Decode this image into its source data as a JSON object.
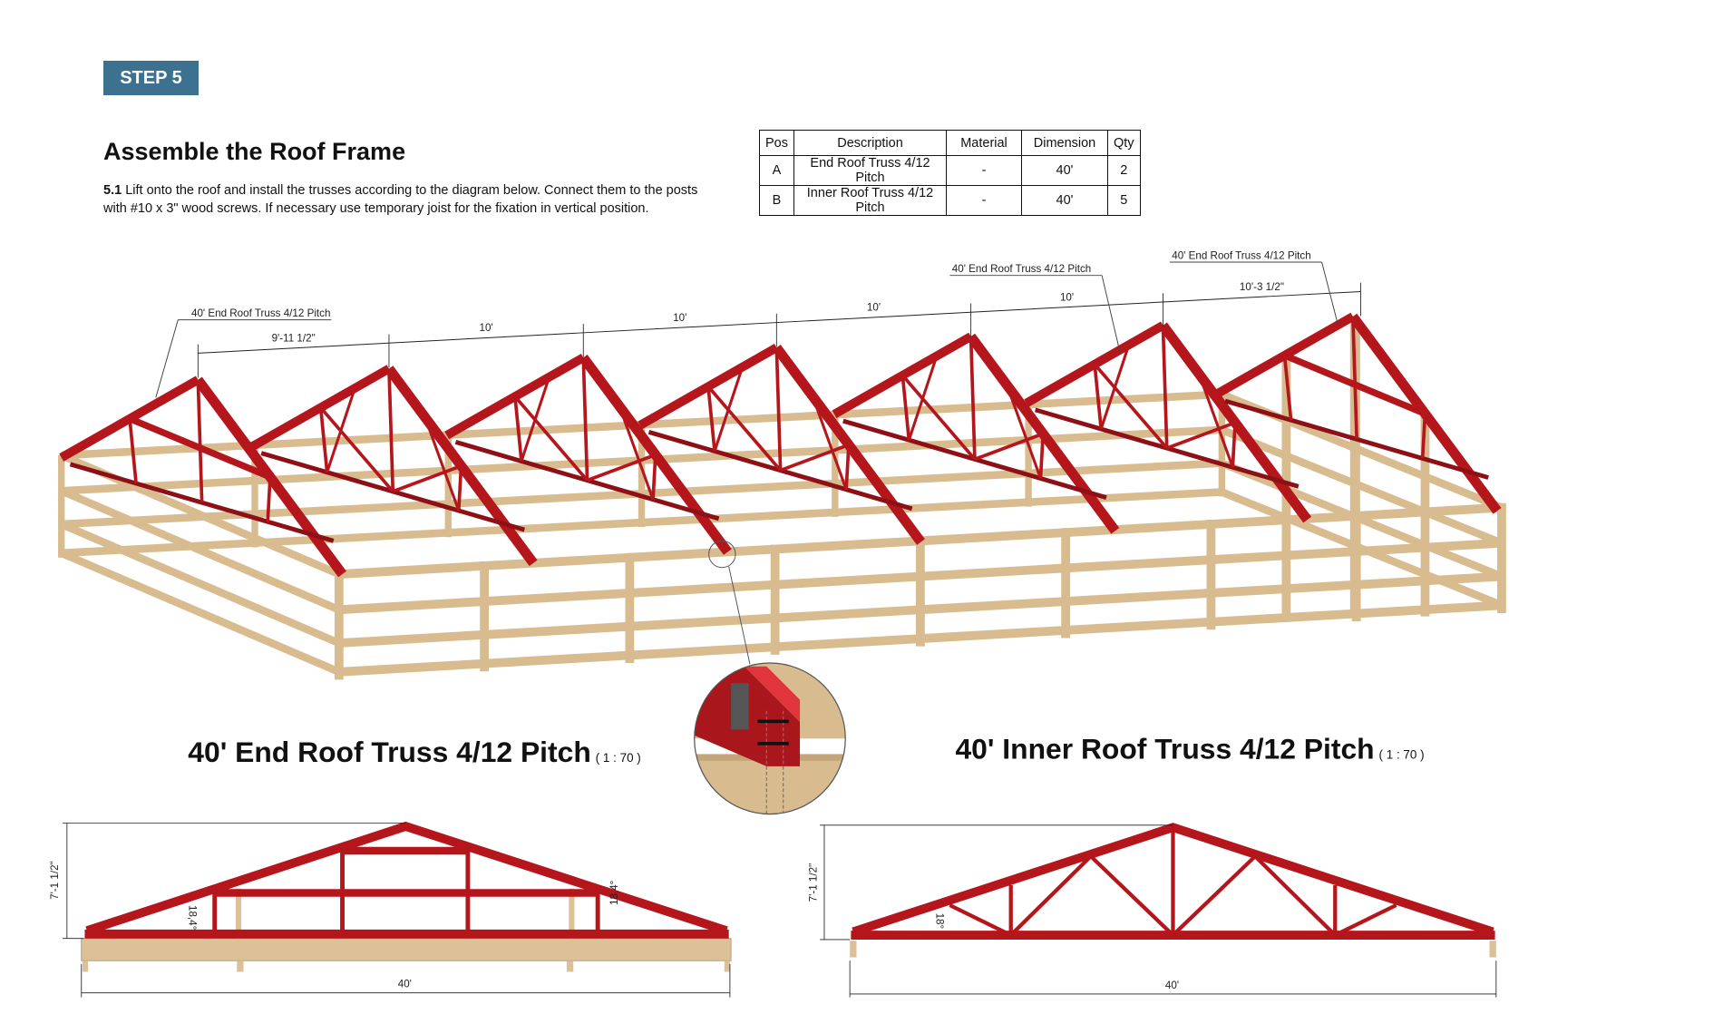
{
  "step": {
    "label": "STEP 5",
    "color": "#3d7190"
  },
  "title": "Assemble the Roof Frame",
  "instruction": {
    "number": "5.1",
    "text": " Lift onto the roof and install the trusses according to the diagram below. Connect them to the posts with #10 x 3\" wood screws. If necessary use temporary joist for the fixation in vertical position."
  },
  "parts_table": {
    "headers": [
      "Pos",
      "Description",
      "Material",
      "Dimension",
      "Qty"
    ],
    "rows": [
      [
        "A",
        "End Roof Truss 4/12 Pitch",
        "-",
        "40'",
        "2"
      ],
      [
        "B",
        "Inner Roof Truss 4/12 Pitch",
        "-",
        "40'",
        "5"
      ]
    ]
  },
  "assembly": {
    "callouts": [
      "40' End Roof Truss 4/12 Pitch",
      "40' End Roof Truss 4/12 Pitch",
      "40' End Roof Truss 4/12 Pitch"
    ],
    "spacings": [
      "9'-11 1/2\"",
      "10'",
      "10'",
      "10'",
      "10'",
      "10'-3 1/2\""
    ],
    "colors": {
      "truss": "#b5161c",
      "wood": "#d8bb8f"
    }
  },
  "end_truss": {
    "title": "40' End Roof Truss 4/12 Pitch",
    "scale": "( 1 : 70 )",
    "height": "7'-1 1/2\"",
    "span": "40'",
    "angle": "18,4°"
  },
  "inner_truss": {
    "title": "40' Inner Roof Truss 4/12 Pitch",
    "scale": "( 1 : 70 )",
    "height": "7'-1 1/2\"",
    "span": "40'",
    "angle": "18°"
  }
}
